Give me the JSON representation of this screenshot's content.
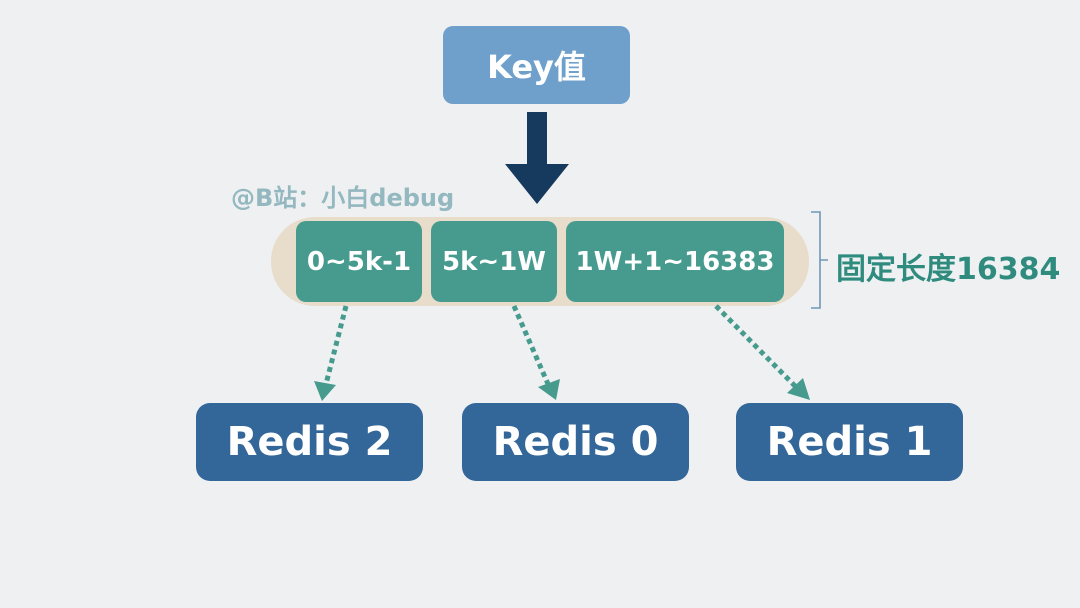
{
  "key_box": {
    "label": "Key值"
  },
  "watermark": "@B站：小白debug",
  "slots": [
    {
      "label": "0~5k-1"
    },
    {
      "label": "5k~1W"
    },
    {
      "label": "1W+1~16383"
    }
  ],
  "brace_label": "固定长度16384",
  "nodes": [
    {
      "label": "Redis 2"
    },
    {
      "label": "Redis 0"
    },
    {
      "label": "Redis 1"
    }
  ],
  "colors": {
    "background": "#eff0f2",
    "key_box": "#6fa0cb",
    "down_arrow": "#163a5e",
    "tray": "#e8dccb",
    "slot": "#469b8e",
    "redis_node": "#33679a",
    "dotted_arrow": "#469b8e",
    "brace": "#6f97b8",
    "brace_label": "#2e8b7e",
    "watermark": "#94b8c0"
  }
}
